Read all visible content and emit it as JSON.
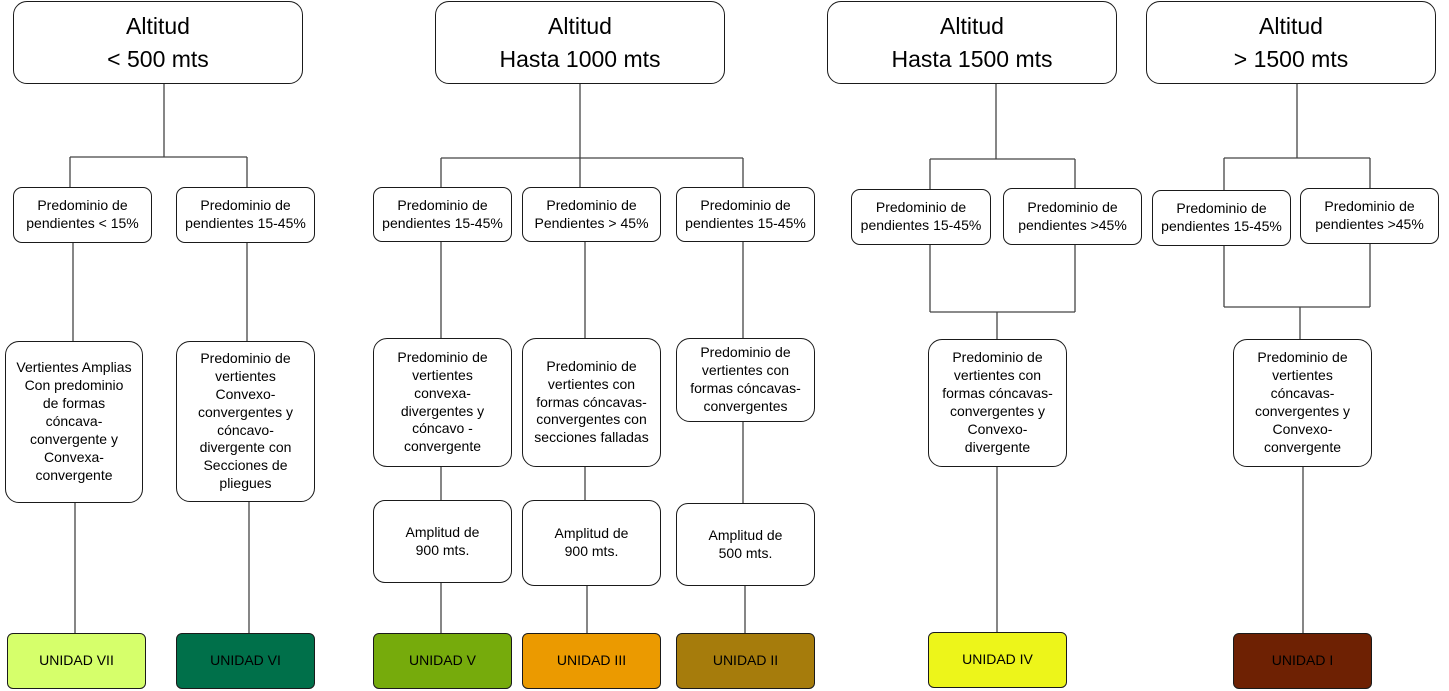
{
  "altitudes": [
    {
      "title": "Altitud\n< 500 mts"
    },
    {
      "title": "Altitud\nHasta 1000 mts"
    },
    {
      "title": "Altitud\nHasta 1500 mts"
    },
    {
      "title": "Altitud\n> 1500 mts"
    }
  ],
  "slopes": [
    "Predominio de\npendientes < 15%",
    "Predominio de\npendientes 15-45%",
    "Predominio de\npendientes 15-45%",
    "Predominio de\nPendientes > 45%",
    "Predominio de\npendientes 15-45%",
    "Predominio de\npendientes 15-45%",
    "Predominio de\npendientes >45%",
    "Predominio de\npendientes 15-45%",
    "Predominio de\npendientes >45%"
  ],
  "descriptions": [
    "Vertientes Amplias\nCon predominio\nde formas\ncóncava-\nconvergente y\nConvexa-\nconvergente",
    "Predominio de\nvertientes\nConvexo-\nconvergentes y\ncóncavo-\ndivergente con\nSecciones de\npliegues",
    "Predominio de\nvertientes\nconvexa-\ndivergentes y\ncóncavo -\nconvergente",
    "Predominio de\nvertientes con\nformas cóncavas-\nconvergentes con\nsecciones falladas",
    "Predominio de\nvertientes con\nformas cóncavas-\nconvergentes",
    "Predominio de\nvertientes con\nformas cóncavas-\nconvergentes y\nConvexo-\ndivergente",
    "Predominio de\nvertientes\ncóncavas-\nconvergentes y\nConvexo-\nconvergente"
  ],
  "amplitudes": [
    "Amplitud de\n900 mts.",
    "Amplitud de\n900 mts.",
    "Amplitud de\n500 mts."
  ],
  "units": [
    {
      "label": "UNIDAD VII",
      "color": "#d6ff6b"
    },
    {
      "label": "UNIDAD VI",
      "color": "#00704a"
    },
    {
      "label": "UNIDAD V",
      "color": "#76ab0c"
    },
    {
      "label": "UNIDAD III",
      "color": "#eb9a00"
    },
    {
      "label": "UNIDAD II",
      "color": "#a67c0c"
    },
    {
      "label": "UNIDAD IV",
      "color": "#edf51a"
    },
    {
      "label": "UNIDAD I",
      "color": "#6e2103"
    }
  ]
}
